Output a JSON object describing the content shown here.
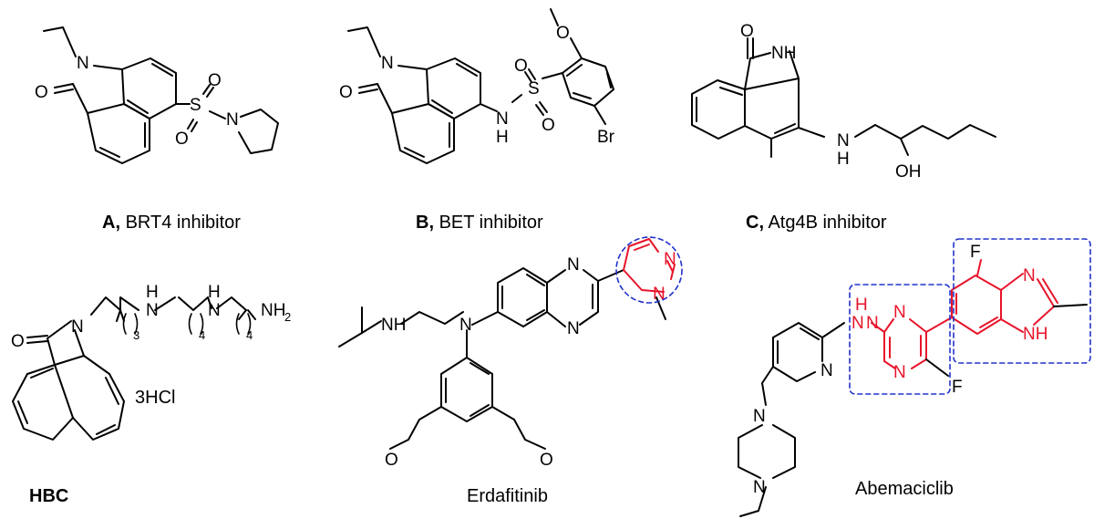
{
  "compounds": {
    "a": {
      "prefix": "A,",
      "name": "BRT4  inhibitor"
    },
    "b": {
      "prefix": "B,",
      "name": "BET  inhibitor"
    },
    "c": {
      "prefix": "C,",
      "name": "Atg4B inhibitor"
    },
    "hbc": {
      "name": "HBC",
      "salt": "3HCl"
    },
    "erdafitinib": {
      "name": "Erdafitinib"
    },
    "abemaciclib": {
      "name": "Abemaciclib"
    }
  },
  "atoms": {
    "N": "N",
    "O": "O",
    "S": "S",
    "H": "H",
    "NH": "NH",
    "NH2": "NH",
    "sub2": "2",
    "Br": "Br",
    "OH": "OH",
    "F": "F",
    "sub3": "3",
    "sub4": "4"
  },
  "colors": {
    "bond": "#000000",
    "highlight": "#e8142a",
    "box": "#2233cc"
  }
}
